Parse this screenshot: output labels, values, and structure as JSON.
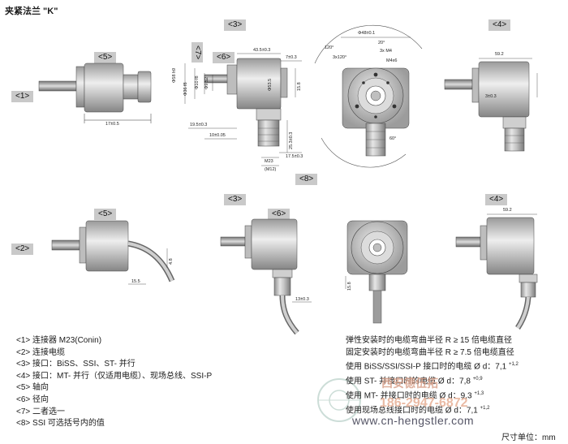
{
  "page": {
    "title": "夹紧法兰 \"K\""
  },
  "tags": {
    "v1": "<5>",
    "v3a": "<3>",
    "v6": "<6>",
    "v7": "<7>",
    "v4a": "<4>",
    "r1": "<1>",
    "v5b": "<5>",
    "v3b": "<3>",
    "v6b": "<6>",
    "v4b": "<4>",
    "r2": "<2>",
    "v8": "<8>"
  },
  "dims": {
    "d1": "43.5±0.3",
    "d2": "7±0.3",
    "d3": "Φ48±0.1",
    "d4": "59.2",
    "d5": "19.5±0.3",
    "d6": "10±0.05",
    "d7": "Φ58 h9",
    "d8": "Φ36 f8",
    "d9": "Φ10 f8",
    "d10": "Φ9.52",
    "d11": "Φ53.5",
    "d12": "15.8",
    "d13": "M23",
    "d14": "25.3±0.3",
    "d15": "17.5±0.3",
    "d16": "3x M4",
    "d17": "M4x6",
    "d18": "20°",
    "d19": "120°",
    "d20": "3x120°",
    "d21": "60°",
    "d22": "15.5",
    "d23": "4.8",
    "d24": "15.8",
    "d25": "13±0.3",
    "d26": "59.2",
    "d27": "(M12)",
    "d28": "17±0.5",
    "d29": "3±0.3"
  },
  "legend": [
    "<1> 连接器 M23(Conin)",
    "<2> 连接电缆",
    "<3> 接口：BiSS、SSI、ST- 并行",
    "<4> 接口：MT- 并行（仅适用电缆）、现场总线、SSI-P",
    "<5> 轴向",
    "<6> 径向",
    "<7> 二者选一",
    "<8> SSI 可选括号内的值"
  ],
  "notes": [
    {
      "text": "弹性安装时的电缆弯曲半径 R ≥ 15 倍电缆直径",
      "sup": ""
    },
    {
      "text": "固定安装时的电缆弯曲半径 R ≥ 7.5 倍电缆直径",
      "sup": ""
    },
    {
      "text": "使用 BiSS/SSI/SSI-P 接口时的电缆 Ø d：7,1",
      "sup": "+1,2"
    },
    {
      "text": "使用 ST- 并接口时的电缆 Ø d：7,8",
      "sup": "+0,9"
    },
    {
      "text": "使用 MT- 并接口时的电缆 Ø d：9,3",
      "sup": "+1,3"
    },
    {
      "text": "使用现场总线接口时的电缆 Ø d：7,1",
      "sup": "+1,2"
    }
  ],
  "unit": "尺寸单位：mm",
  "watermark": {
    "line1": "西安德伍拓",
    "line2": "186-2947-6872",
    "line3": "www.cn-hengstler.com"
  }
}
